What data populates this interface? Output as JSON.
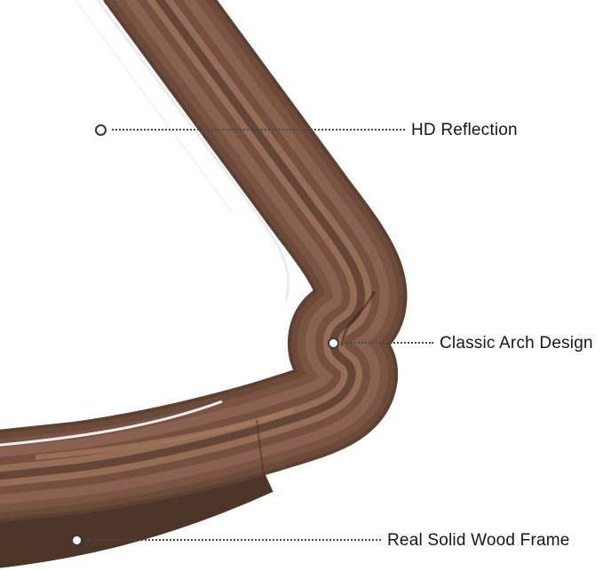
{
  "annotations": [
    {
      "id": "hd-reflection",
      "label": "HD Reflection"
    },
    {
      "id": "classic-arch-design",
      "label": "Classic Arch Design"
    },
    {
      "id": "real-solid-wood-frame",
      "label": "Real Solid Wood Frame"
    }
  ],
  "colors": {
    "background": "#ffffff",
    "wood_base": "#6b4a3a",
    "wood_mid": "#7a5443",
    "wood_light": "#8a6150",
    "wood_highlight": "#956c56",
    "wood_dark": "#4e352a",
    "annotation_line": "#4a4a4a",
    "label_text": "#161616"
  }
}
